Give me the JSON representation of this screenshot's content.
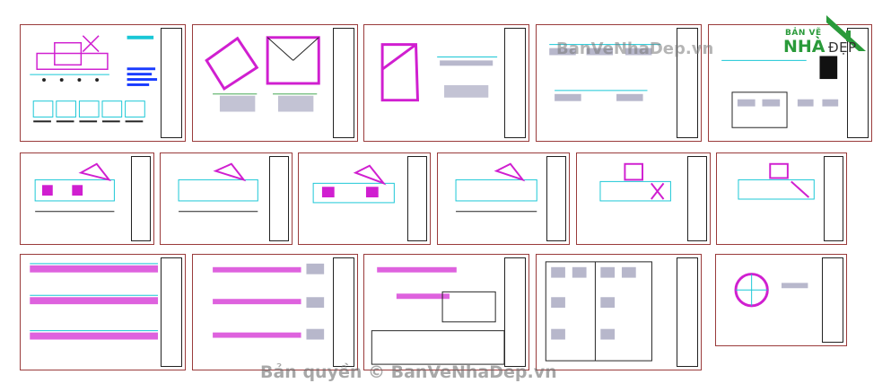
{
  "watermark": {
    "bottom_text": "Bản quyền © BanVeNhaDep.vn",
    "mid_text": "BanVeNhaDep.vn"
  },
  "logo": {
    "line1": "BẢN VẼ",
    "line2": "NHÀ",
    "line3": "ĐẸP",
    "icon": "house-roof-icon"
  },
  "colors": {
    "sheet_border": "#9a3b3b",
    "magenta": "#d01fd0",
    "cyan": "#19c7d6",
    "green": "#2a9a3a",
    "yellow": "#f2e300",
    "blue": "#1a3cff"
  },
  "sheets": [
    {
      "id": "s1",
      "content": "plan-overview"
    },
    {
      "id": "s2",
      "content": "roof-plan"
    },
    {
      "id": "s3",
      "content": "floor-plan-trapezoid"
    },
    {
      "id": "s4",
      "content": "details"
    },
    {
      "id": "s5",
      "content": "details-logo"
    },
    {
      "id": "s6",
      "content": "elevation"
    },
    {
      "id": "s7",
      "content": "elevation"
    },
    {
      "id": "s8",
      "content": "elevation"
    },
    {
      "id": "s9",
      "content": "elevation"
    },
    {
      "id": "s10",
      "content": "elevation"
    },
    {
      "id": "s11",
      "content": "elevation"
    },
    {
      "id": "s12",
      "content": "beam-rebar"
    },
    {
      "id": "s13",
      "content": "beam-rebar"
    },
    {
      "id": "s14",
      "content": "beam-rebar-details"
    },
    {
      "id": "s15",
      "content": "column-details"
    },
    {
      "id": "s16",
      "content": "circle-detail"
    }
  ]
}
